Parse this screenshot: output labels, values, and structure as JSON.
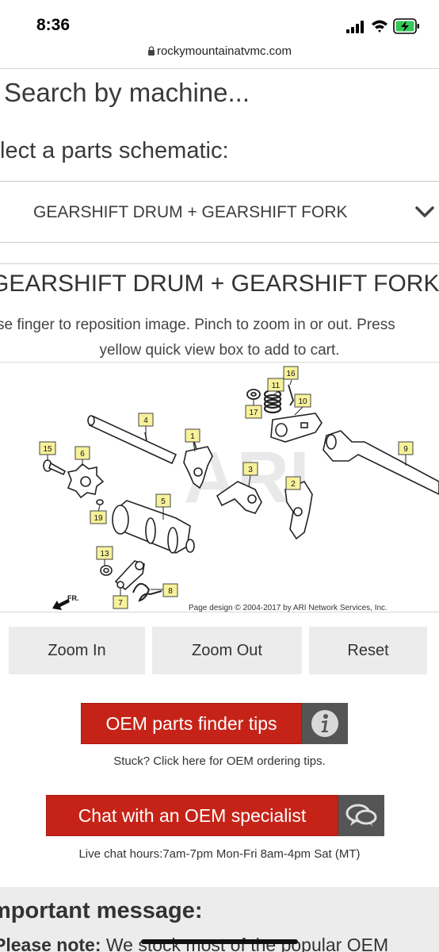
{
  "status_bar": {
    "time": "8:36",
    "icons": [
      "signal-icon",
      "wifi-icon",
      "battery-charging-icon"
    ],
    "battery_color": "#34c759"
  },
  "browser": {
    "url": "rockymountainatvmc.com",
    "icon": "lock-icon"
  },
  "page": {
    "search_machine": "Search by machine...",
    "select_schematic_label": "lect a parts schematic:",
    "schematic_select_value": "GEARSHIFT DRUM + GEARSHIFT FORK",
    "schematic_title": "GEARSHIFT DRUM + GEARSHIFT FORK",
    "instructions_line1": "se finger to reposition image. Pinch to zoom in or out. Press",
    "instructions_line2": "yellow quick view box to add to cart."
  },
  "diagram": {
    "watermark": "ARI",
    "part_numbers": [
      "16",
      "11",
      "10",
      "17",
      "4",
      "1",
      "9",
      "15",
      "6",
      "3",
      "2",
      "5",
      "19",
      "13",
      "8",
      "7"
    ],
    "direction_label": "FR.",
    "copyright": "Page design © 2004-2017 by ARI Network Services, Inc.",
    "callout_color": "#f7f29a"
  },
  "zoom_controls": {
    "zoom_in": "Zoom In",
    "zoom_out": "Zoom Out",
    "reset": "Reset"
  },
  "help": {
    "tips_button": "OEM parts finder tips",
    "tips_icon": "info-icon",
    "tips_caption": "Stuck? Click here for OEM ordering tips.",
    "chat_button": "Chat with an OEM specialist",
    "chat_icon": "chat-bubbles-icon",
    "chat_caption": "Live chat hours:7am-7pm Mon-Fri 8am-4pm Sat (MT)",
    "accent_color": "#c62318"
  },
  "message": {
    "title": "mportant message:",
    "note_label": "Please note:",
    "note_text": " We stock most of the popular OEM"
  }
}
